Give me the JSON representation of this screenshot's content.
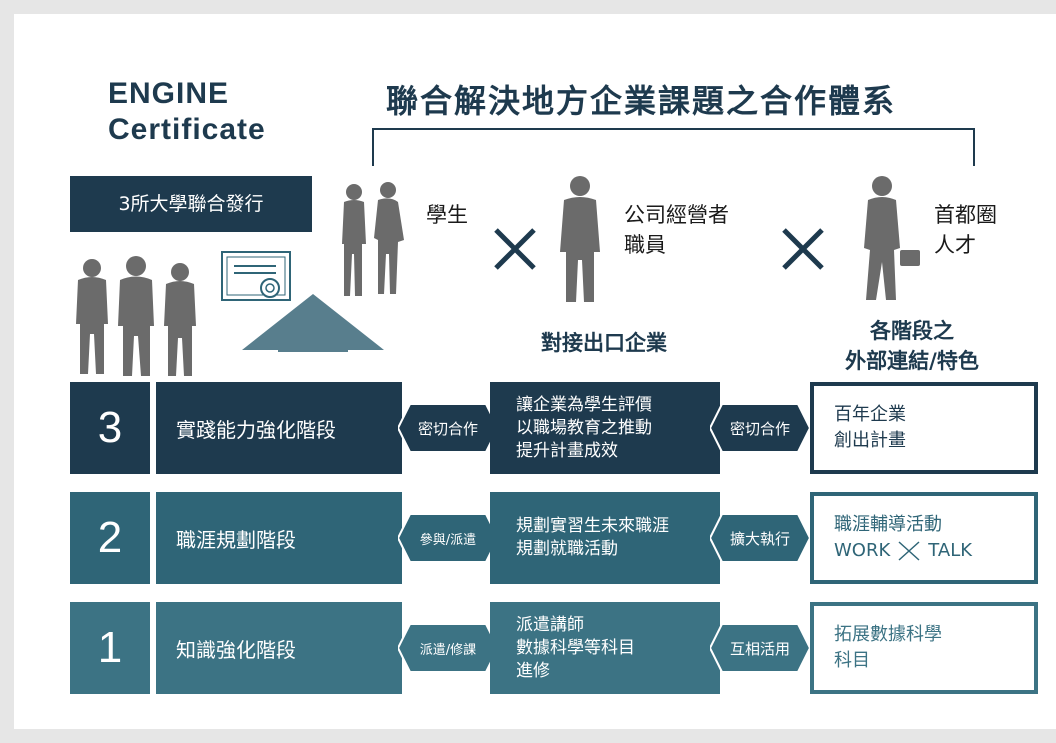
{
  "engine_title": [
    "ENGINE",
    "Certificate"
  ],
  "main_title": "聯合解決地方企業課題之合作體系",
  "univ_badge": "3所大學聯合發行",
  "roles": {
    "student": "學生",
    "manager": "公司經營者\n職員",
    "capital": "首都圈\n人才"
  },
  "headings": {
    "connect": "對接出口企業",
    "external": [
      "各階段之",
      "外部連結/特色"
    ]
  },
  "colors": {
    "dark_navy": "#1e3a4e",
    "teal": "#2f6577",
    "steel": "#3c7384",
    "arrow_up": "#587e8d",
    "silhouette": "#6b6b6b"
  },
  "stages": [
    {
      "number": "3",
      "name": "實踐能力強化階段",
      "left_arrow": "密切合作",
      "mid_lines": [
        "讓企業為學生評價",
        "以職場教育之推動",
        "提升計畫成效"
      ],
      "right_arrow": "密切合作",
      "right_lines": [
        "百年企業",
        "創出計畫"
      ],
      "color": "#1e3a4e"
    },
    {
      "number": "2",
      "name": "職涯規劃階段",
      "left_arrow": "參與/派遣",
      "mid_lines": [
        "規劃實習生未來職涯",
        "規劃就職活動"
      ],
      "right_arrow": "擴大執行",
      "right_lines": [
        "職涯輔導活動",
        "WORK",
        "TALK"
      ],
      "color": "#2f6577"
    },
    {
      "number": "1",
      "name": "知識強化階段",
      "left_arrow": "派遣/修課",
      "mid_lines": [
        "派遣講師",
        "數據科學等科目",
        "進修"
      ],
      "right_arrow": "互相活用",
      "right_lines": [
        "拓展數據科學",
        "科目"
      ],
      "color": "#3c7384"
    }
  ]
}
